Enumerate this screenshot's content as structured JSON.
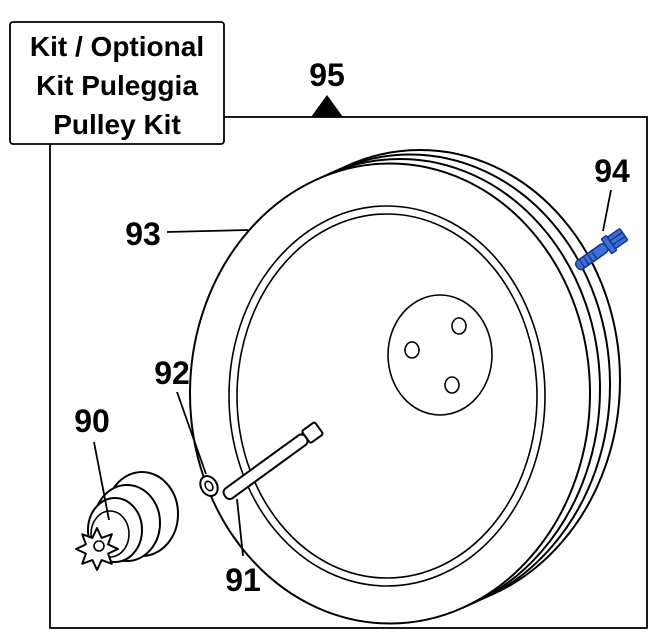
{
  "kit_label": {
    "line1": "Kit / Optional",
    "line2": "Kit Puleggia",
    "line3": "Pulley Kit"
  },
  "part_labels": {
    "kit_marker": "95",
    "bolt": "94",
    "pulley": "93",
    "washer": "92",
    "shaft": "91",
    "clutch": "90"
  },
  "colors": {
    "bolt_fill": "#3E6FD4",
    "bolt_stroke": "#17398F",
    "outline": "#000000",
    "background": "#FFFFFF"
  }
}
